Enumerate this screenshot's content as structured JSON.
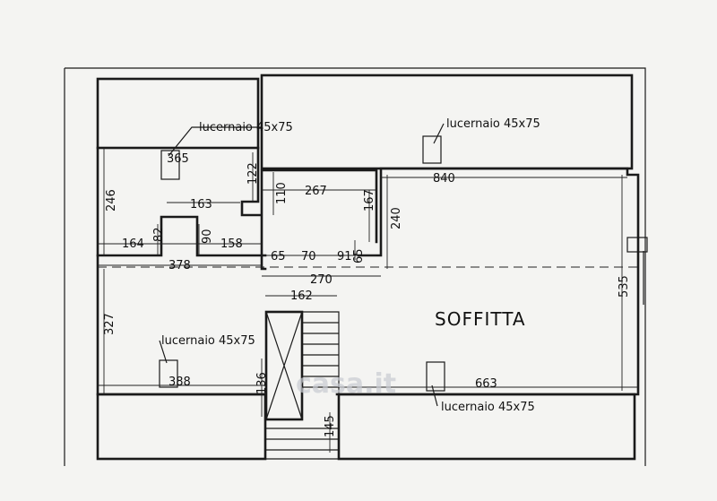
{
  "room_label": "SOFFITTA",
  "watermark": "casa.it",
  "skylights": [
    {
      "label": "lucernaio  45x75"
    },
    {
      "label": "lucernaio  45x75"
    },
    {
      "label": "lucernaio  45x75"
    },
    {
      "label": "lucernaio  45x75"
    }
  ],
  "dimensions": {
    "d365": "365",
    "d122": "122",
    "d246": "246",
    "d163": "163",
    "d110": "110",
    "d267": "267",
    "d167": "167",
    "d240": "240",
    "d840": "840",
    "d82": "82",
    "d90": "90",
    "d164": "164",
    "d158": "158",
    "d65a": "65",
    "d70": "70",
    "d91": "91",
    "d65b": "65",
    "d378": "378",
    "d270": "270",
    "d162": "162",
    "d535": "535",
    "d327": "327",
    "d388": "388",
    "d136": "136",
    "d663": "663",
    "d145": "145"
  }
}
